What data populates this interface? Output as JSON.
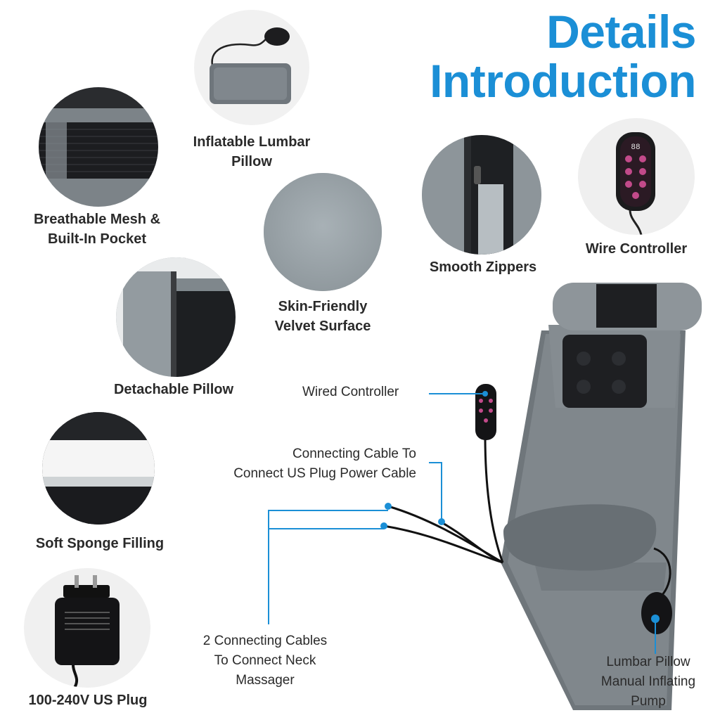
{
  "title": {
    "line1": "Details",
    "line2": "Introduction"
  },
  "features": [
    {
      "label": "Inflatable Lumbar\nPillow"
    },
    {
      "label": "Breathable Mesh &\nBuilt-In Pocket"
    },
    {
      "label": "Skin-Friendly\nVelvet Surface"
    },
    {
      "label": "Smooth Zippers"
    },
    {
      "label": "Wire Controller"
    },
    {
      "label": "Detachable Pillow"
    },
    {
      "label": "Soft Sponge Filling"
    },
    {
      "label": "100-240V US Plug"
    }
  ],
  "callouts": {
    "wired_controller": "Wired Controller",
    "connecting_cable_1": "Connecting Cable To",
    "connecting_cable_2": "Connect US Plug Power Cable",
    "neck_cables_1": "2 Connecting Cables",
    "neck_cables_2": "To Connect Neck",
    "neck_cables_3": "Massager",
    "pump_1": "Lumbar Pillow",
    "pump_2": "Manual Inflating",
    "pump_3": "Pump"
  },
  "controller_display": "88",
  "colors": {
    "accent": "#1b8fd6",
    "gray": "#8a9096",
    "mesh": "#1e1f22"
  }
}
